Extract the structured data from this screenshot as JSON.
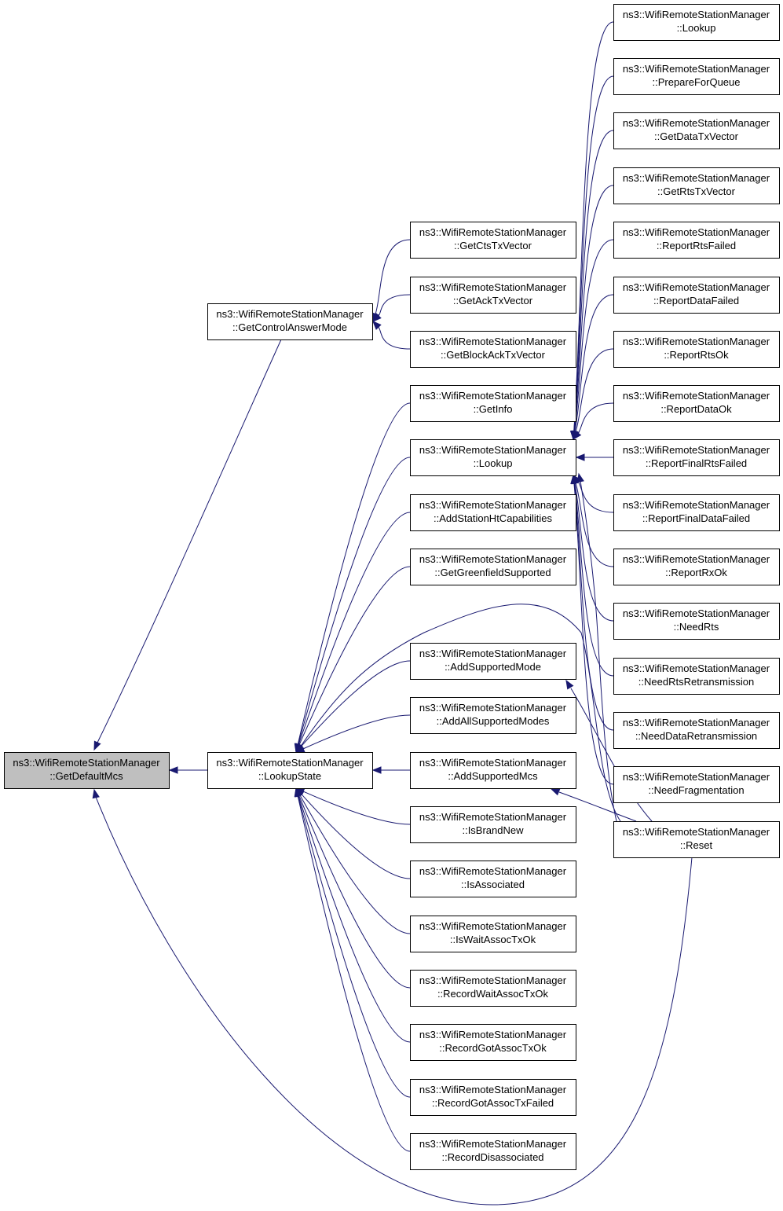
{
  "nodes": [
    {
      "id": "root",
      "l1": "ns3::WifiRemoteStationManager",
      "l2": "::GetDefaultMcs",
      "root": true
    },
    {
      "id": "gcam",
      "l1": "ns3::WifiRemoteStationManager",
      "l2": "::GetControlAnswerMode"
    },
    {
      "id": "ls",
      "l1": "ns3::WifiRemoteStationManager",
      "l2": "::LookupState"
    },
    {
      "id": "gctv",
      "l1": "ns3::WifiRemoteStationManager",
      "l2": "::GetCtsTxVector"
    },
    {
      "id": "gatv",
      "l1": "ns3::WifiRemoteStationManager",
      "l2": "::GetAckTxVector"
    },
    {
      "id": "gbatv",
      "l1": "ns3::WifiRemoteStationManager",
      "l2": "::GetBlockAckTxVector"
    },
    {
      "id": "gi",
      "l1": "ns3::WifiRemoteStationManager",
      "l2": "::GetInfo"
    },
    {
      "id": "lk",
      "l1": "ns3::WifiRemoteStationManager",
      "l2": "::Lookup"
    },
    {
      "id": "ashc",
      "l1": "ns3::WifiRemoteStationManager",
      "l2": "::AddStationHtCapabilities"
    },
    {
      "id": "ggs",
      "l1": "ns3::WifiRemoteStationManager",
      "l2": "::GetGreenfieldSupported"
    },
    {
      "id": "asmode",
      "l1": "ns3::WifiRemoteStationManager",
      "l2": "::AddSupportedMode"
    },
    {
      "id": "aasm",
      "l1": "ns3::WifiRemoteStationManager",
      "l2": "::AddAllSupportedModes"
    },
    {
      "id": "asmcs",
      "l1": "ns3::WifiRemoteStationManager",
      "l2": "::AddSupportedMcs"
    },
    {
      "id": "ibn",
      "l1": "ns3::WifiRemoteStationManager",
      "l2": "::IsBrandNew"
    },
    {
      "id": "ia",
      "l1": "ns3::WifiRemoteStationManager",
      "l2": "::IsAssociated"
    },
    {
      "id": "iwa",
      "l1": "ns3::WifiRemoteStationManager",
      "l2": "::IsWaitAssocTxOk"
    },
    {
      "id": "rwa",
      "l1": "ns3::WifiRemoteStationManager",
      "l2": "::RecordWaitAssocTxOk"
    },
    {
      "id": "rga",
      "l1": "ns3::WifiRemoteStationManager",
      "l2": "::RecordGotAssocTxOk"
    },
    {
      "id": "rgaf",
      "l1": "ns3::WifiRemoteStationManager",
      "l2": "::RecordGotAssocTxFailed"
    },
    {
      "id": "rd",
      "l1": "ns3::WifiRemoteStationManager",
      "l2": "::RecordDisassociated"
    },
    {
      "id": "c_lookup",
      "l1": "ns3::WifiRemoteStationManager",
      "l2": "::Lookup"
    },
    {
      "id": "c_pfq",
      "l1": "ns3::WifiRemoteStationManager",
      "l2": "::PrepareForQueue"
    },
    {
      "id": "c_gdtv",
      "l1": "ns3::WifiRemoteStationManager",
      "l2": "::GetDataTxVector"
    },
    {
      "id": "c_grtv",
      "l1": "ns3::WifiRemoteStationManager",
      "l2": "::GetRtsTxVector"
    },
    {
      "id": "c_rrf",
      "l1": "ns3::WifiRemoteStationManager",
      "l2": "::ReportRtsFailed"
    },
    {
      "id": "c_rdf",
      "l1": "ns3::WifiRemoteStationManager",
      "l2": "::ReportDataFailed"
    },
    {
      "id": "c_rro",
      "l1": "ns3::WifiRemoteStationManager",
      "l2": "::ReportRtsOk"
    },
    {
      "id": "c_rdo",
      "l1": "ns3::WifiRemoteStationManager",
      "l2": "::ReportDataOk"
    },
    {
      "id": "c_rfrf",
      "l1": "ns3::WifiRemoteStationManager",
      "l2": "::ReportFinalRtsFailed"
    },
    {
      "id": "c_rfdf",
      "l1": "ns3::WifiRemoteStationManager",
      "l2": "::ReportFinalDataFailed"
    },
    {
      "id": "c_rrx",
      "l1": "ns3::WifiRemoteStationManager",
      "l2": "::ReportRxOk"
    },
    {
      "id": "c_nr",
      "l1": "ns3::WifiRemoteStationManager",
      "l2": "::NeedRts"
    },
    {
      "id": "c_nrr",
      "l1": "ns3::WifiRemoteStationManager",
      "l2": "::NeedRtsRetransmission"
    },
    {
      "id": "c_ndr",
      "l1": "ns3::WifiRemoteStationManager",
      "l2": "::NeedDataRetransmission"
    },
    {
      "id": "c_nf",
      "l1": "ns3::WifiRemoteStationManager",
      "l2": "::NeedFragmentation"
    },
    {
      "id": "c_reset",
      "l1": "ns3::WifiRemoteStationManager",
      "l2": "::Reset"
    }
  ],
  "edges": [
    {
      "from": "gcam",
      "to": "root"
    },
    {
      "from": "ls",
      "to": "root"
    },
    {
      "from": "c_reset",
      "to": "root"
    },
    {
      "from": "gctv",
      "to": "gcam"
    },
    {
      "from": "gatv",
      "to": "gcam"
    },
    {
      "from": "gbatv",
      "to": "gcam"
    },
    {
      "from": "gi",
      "to": "ls"
    },
    {
      "from": "lk",
      "to": "ls"
    },
    {
      "from": "ashc",
      "to": "ls"
    },
    {
      "from": "ggs",
      "to": "ls"
    },
    {
      "from": "asmode",
      "to": "ls"
    },
    {
      "from": "aasm",
      "to": "ls"
    },
    {
      "from": "asmcs",
      "to": "ls"
    },
    {
      "from": "ibn",
      "to": "ls"
    },
    {
      "from": "ia",
      "to": "ls"
    },
    {
      "from": "iwa",
      "to": "ls"
    },
    {
      "from": "rwa",
      "to": "ls"
    },
    {
      "from": "rga",
      "to": "ls"
    },
    {
      "from": "rgaf",
      "to": "ls"
    },
    {
      "from": "rd",
      "to": "ls"
    },
    {
      "from": "c_reset",
      "to": "ls"
    },
    {
      "from": "c_lookup",
      "to": "lk"
    },
    {
      "from": "c_pfq",
      "to": "lk"
    },
    {
      "from": "c_gdtv",
      "to": "lk"
    },
    {
      "from": "c_grtv",
      "to": "lk"
    },
    {
      "from": "c_rrf",
      "to": "lk"
    },
    {
      "from": "c_rdf",
      "to": "lk"
    },
    {
      "from": "c_rro",
      "to": "lk"
    },
    {
      "from": "c_rdo",
      "to": "lk"
    },
    {
      "from": "c_rfrf",
      "to": "lk"
    },
    {
      "from": "c_rfdf",
      "to": "lk"
    },
    {
      "from": "c_rrx",
      "to": "lk"
    },
    {
      "from": "c_nr",
      "to": "lk"
    },
    {
      "from": "c_nrr",
      "to": "lk"
    },
    {
      "from": "c_ndr",
      "to": "lk"
    },
    {
      "from": "c_nf",
      "to": "lk"
    },
    {
      "from": "c_reset",
      "to": "lk"
    },
    {
      "from": "c_reset",
      "to": "asmode"
    },
    {
      "from": "c_reset",
      "to": "asmcs"
    }
  ]
}
